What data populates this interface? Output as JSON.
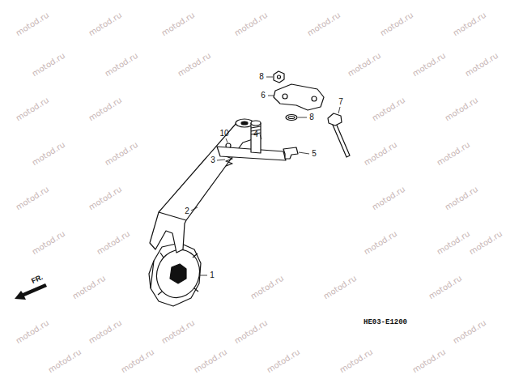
{
  "diagram": {
    "labels": [
      "1",
      "2",
      "3",
      "10",
      "4",
      "5",
      "6",
      "7",
      "8",
      "8",
      "FR.",
      "HE03-E1200",
      "motod.ru",
      "motod.ru",
      "motod.ru",
      "motod.ru",
      "motod.ru",
      "motod.ru",
      "motod.ru",
      "motod.ru",
      "motod.ru",
      "motod.ru",
      "motod.ru",
      "motod.ru",
      "motod.ru",
      "motod.ru",
      "motod.ru",
      "motod.ru",
      "motod.ru",
      "motod.ru",
      "motod.ru",
      "motod.ru",
      "motod.ru",
      "motod.ru",
      "motod.ru",
      "motod.ru",
      "motod.ru",
      "motod.ru",
      "motod.ru",
      "motod.ru",
      "motod.ru",
      "motod.ru",
      "motod.ru",
      "motod.ru",
      "motod.ru",
      "motod.ru",
      "motod.ru",
      "motod.ru",
      "motod.ru",
      "motod.ru",
      "motod.ru",
      "motod.ru",
      "motod.ru",
      "motod.ru",
      "motod.ru",
      "motod.ru",
      "motod.ru"
    ]
  }
}
